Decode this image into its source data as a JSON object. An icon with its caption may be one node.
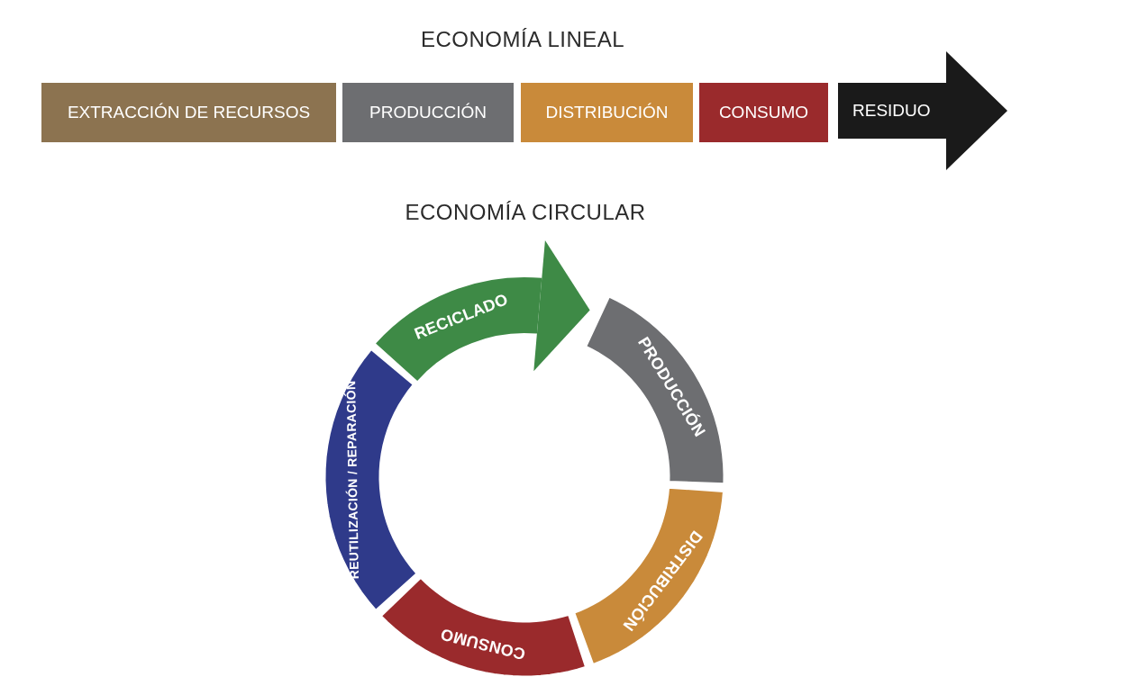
{
  "diagram": {
    "nodes": [
      {
        "text": [
          "EXTRACCIÓN DE RECURSOS"
        ]
      },
      {
        "text": [
          "PRODUCCIÓN"
        ]
      },
      {
        "text": [
          "DISTRIBUCIÓN"
        ]
      },
      {
        "text": [
          "CONSUMO"
        ]
      },
      {
        "text": [
          "RESIDUO"
        ]
      },
      {
        "text": [
          "RECICLADO"
        ]
      },
      {
        "text": [
          "PRODUCCIÓN"
        ]
      },
      {
        "text": [
          "DISTRIBUCIÓN"
        ]
      },
      {
        "text": [
          "CONSUMO"
        ]
      },
      {
        "text": [
          "REUTILIZACIÓN / REPARACIÓN"
        ]
      }
    ],
    "edges": [
      {
        "from": 9,
        "to": 6,
        "arrow": "to"
      }
    ],
    "labels": [
      "ECONOMÍA LINEAL",
      "ECONOMÍA CIRCULAR"
    ]
  }
}
